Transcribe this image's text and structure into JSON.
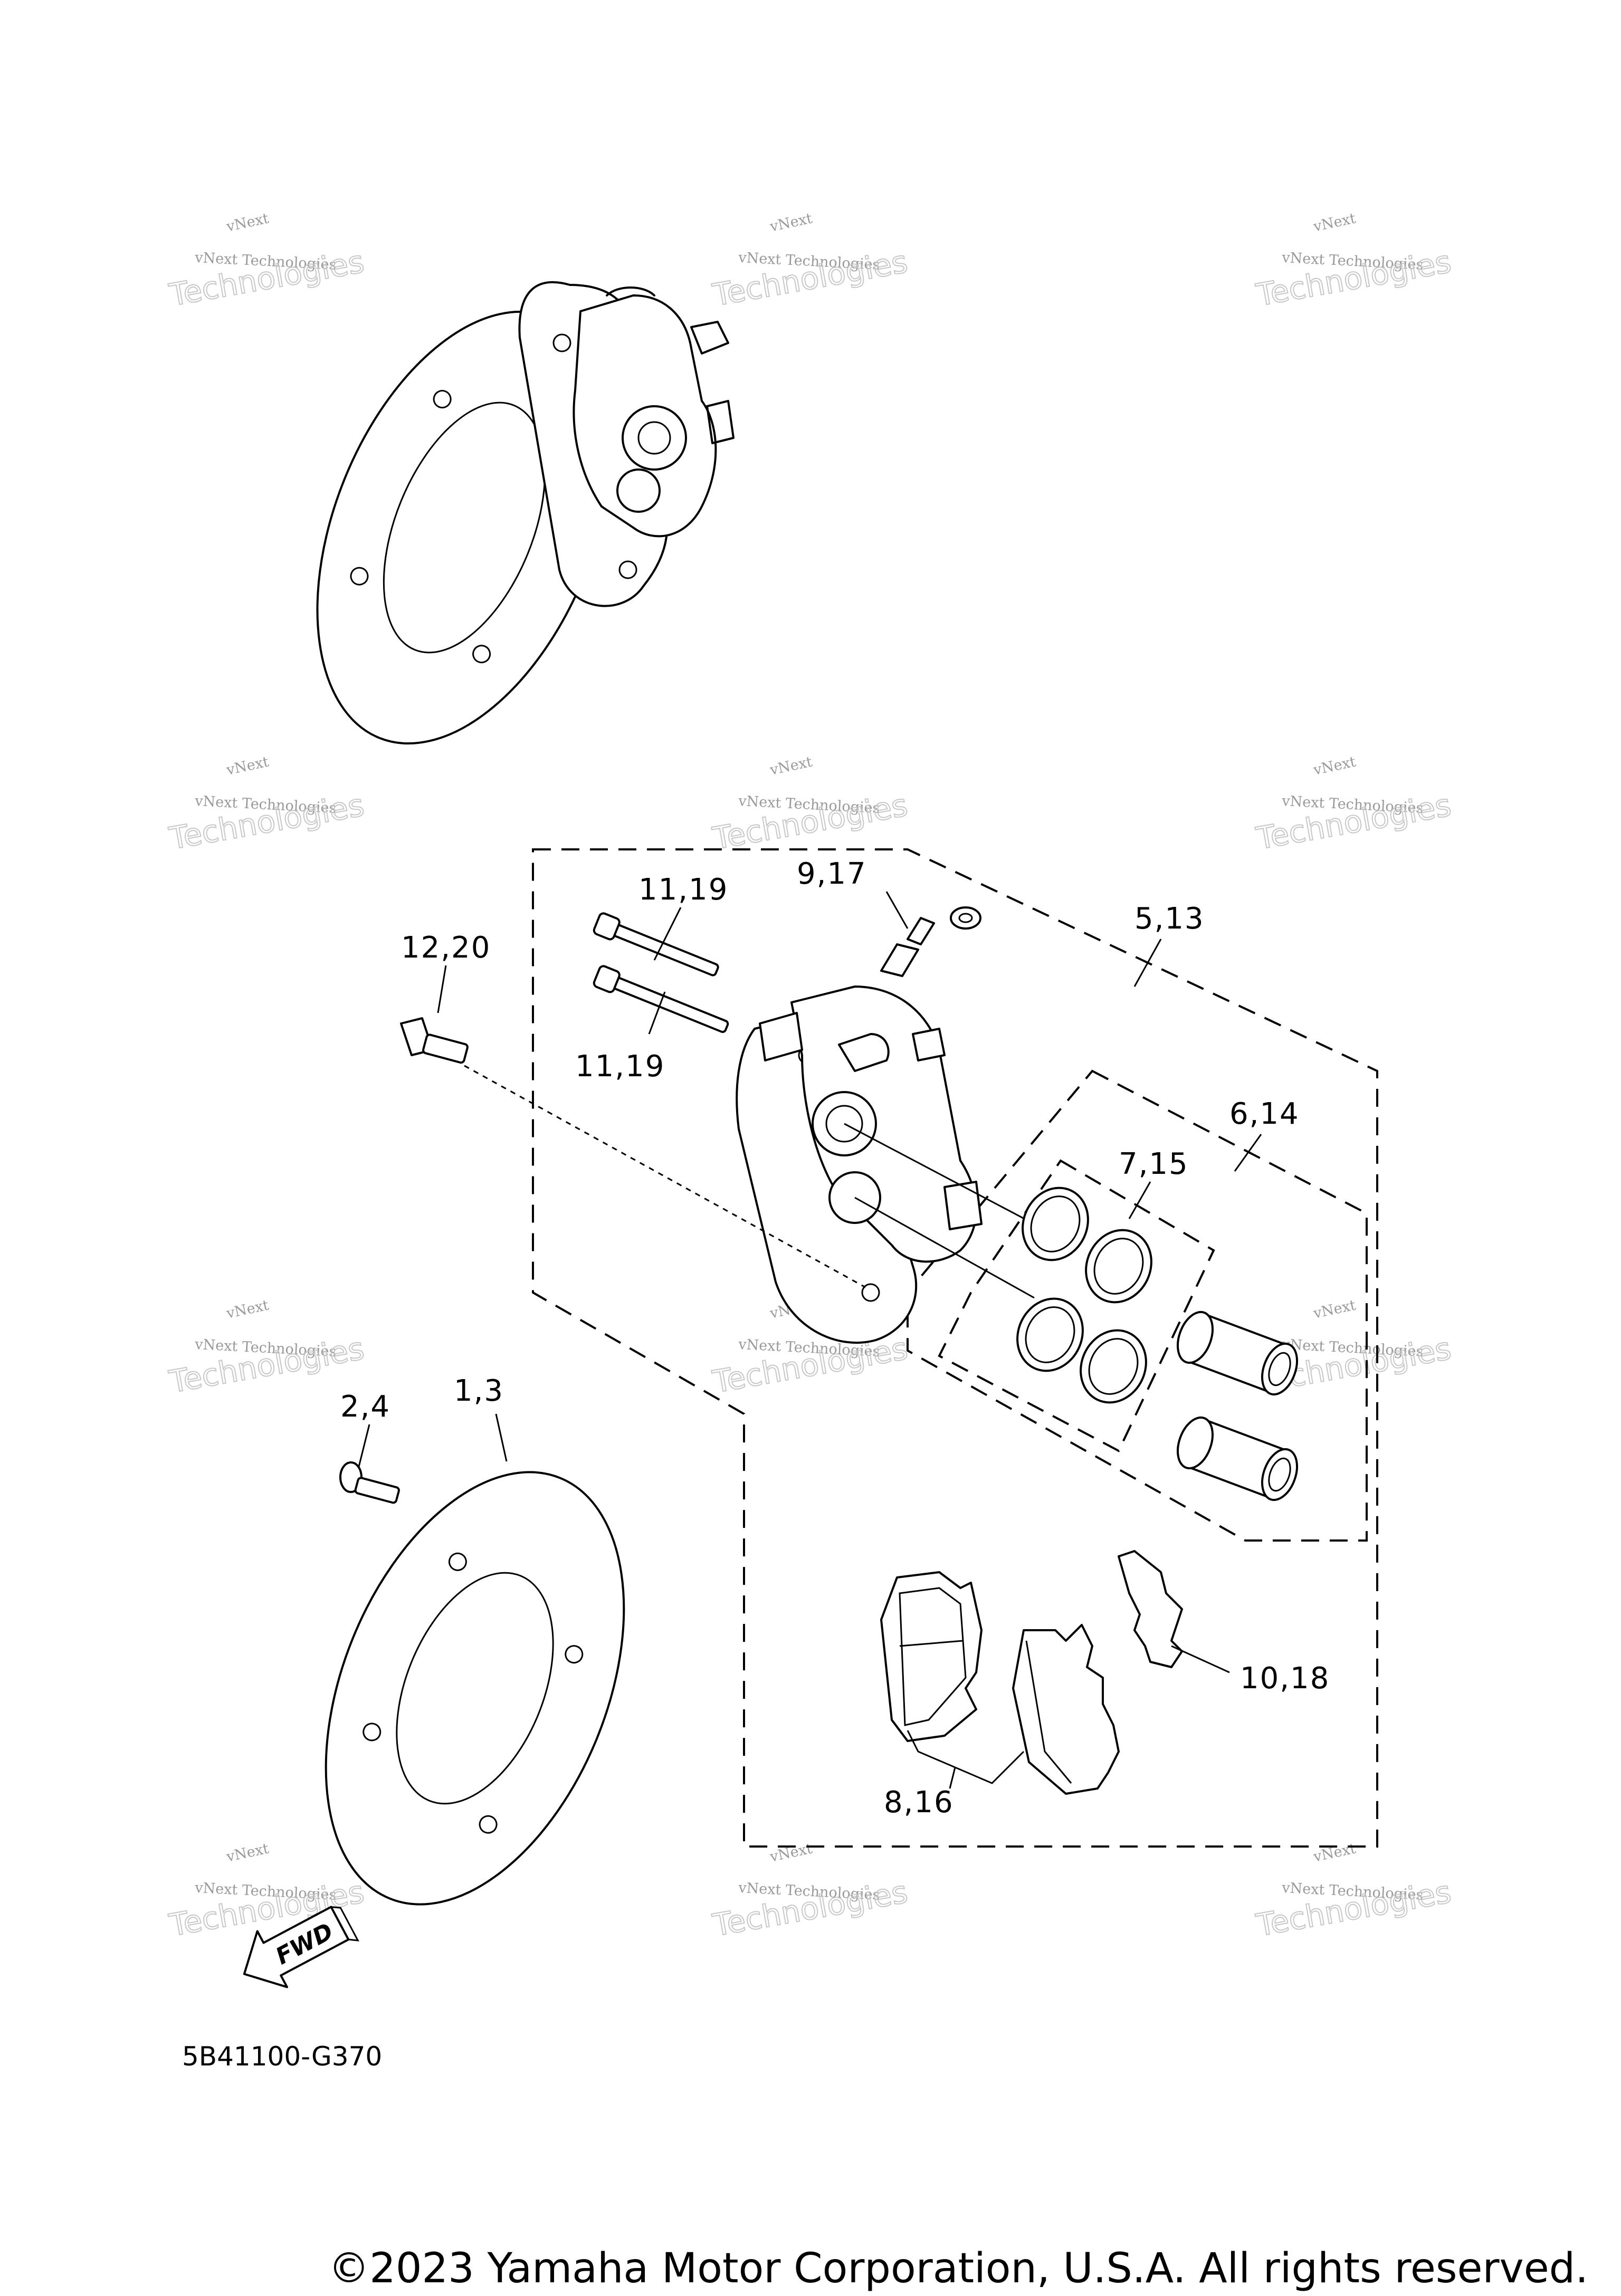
{
  "diagram_code": "5B41100-G370",
  "copyright": "©2023 Yamaha Motor Corporation, U.S.A. All rights reserved.",
  "fwd_label": "FWD",
  "watermark": {
    "small_line1": "vNext",
    "small_line2": "vNext Technologies",
    "big_text": "Technologies"
  },
  "callouts": {
    "c1": "11,19",
    "c2": "9,17",
    "c3": "5,13",
    "c4": "12,20",
    "c5": "11,19",
    "c6": "6,14",
    "c7": "7,15",
    "c8": "2,4",
    "c9": "1,3",
    "c10": "10,18",
    "c11": "8,16"
  }
}
